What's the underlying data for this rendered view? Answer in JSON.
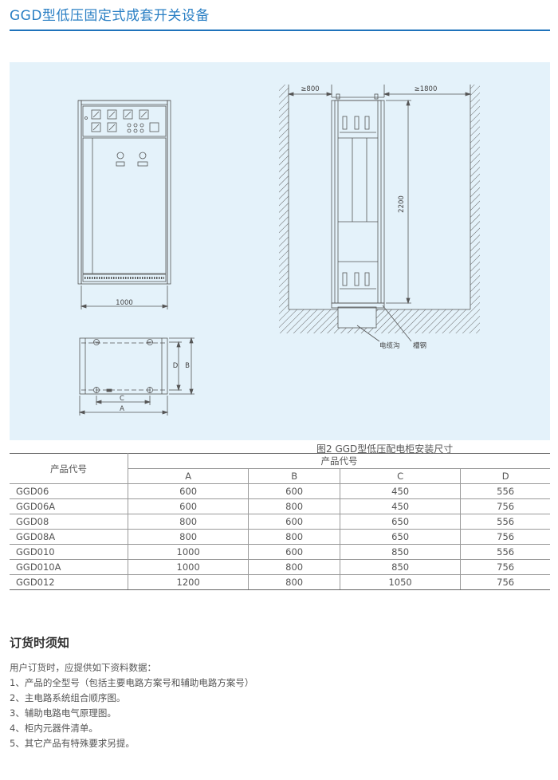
{
  "page": {
    "title": "GGD型低压固定式成套开关设备"
  },
  "figure": {
    "caption": "图2  GGD型低压配电柜安装尺寸",
    "front_width_label": "1000",
    "plan_label_a": "A",
    "plan_label_b": "B",
    "plan_label_c": "C",
    "plan_label_d": "D",
    "clearance_front": "≥800",
    "clearance_back": "≥1800",
    "height_label": "2200",
    "cable_trench_label": "电缆沟",
    "channel_steel_label": "槽钢",
    "colors": {
      "line": "#555555",
      "background": "#e4f2fa"
    }
  },
  "table": {
    "header_first": "产品代号",
    "header_group": "产品代号",
    "columns": [
      "A",
      "B",
      "C",
      "D"
    ],
    "rows": [
      {
        "code": "GGD06",
        "values": [
          "600",
          "600",
          "450",
          "556"
        ]
      },
      {
        "code": "GGD06A",
        "values": [
          "600",
          "800",
          "450",
          "756"
        ]
      },
      {
        "code": "GGD08",
        "values": [
          "800",
          "600",
          "650",
          "556"
        ]
      },
      {
        "code": "GGD08A",
        "values": [
          "800",
          "800",
          "650",
          "756"
        ]
      },
      {
        "code": "GGD010",
        "values": [
          "1000",
          "600",
          "850",
          "556"
        ]
      },
      {
        "code": "GGD010A",
        "values": [
          "1000",
          "800",
          "850",
          "756"
        ]
      },
      {
        "code": "GGD012",
        "values": [
          "1200",
          "800",
          "1050",
          "756"
        ]
      }
    ]
  },
  "ordering": {
    "heading": "订货时须知",
    "intro": "用户订货时，应提供如下资料数据：",
    "items": [
      "1、产品的全型号（包括主要电路方案号和辅助电路方案号）",
      "2、主电路系统组合顺序图。",
      "3、辅助电路电气原理图。",
      "4、柜内元器件清单。",
      "5、其它产品有特殊要求另提。"
    ]
  }
}
